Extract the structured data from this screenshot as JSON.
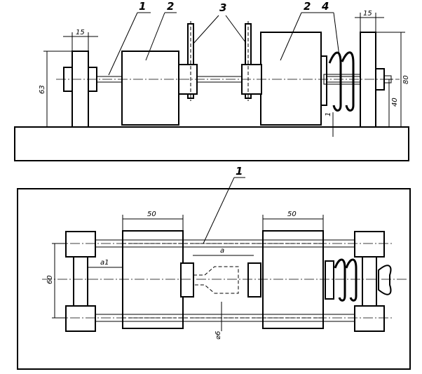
{
  "front_view": {
    "callouts": [
      "1",
      "2",
      "3",
      "2",
      "4"
    ],
    "dimensions": {
      "plate_width_left": "15",
      "plate_width_right": "15",
      "height_axis": "63",
      "height_total": "80",
      "height_plate": "40",
      "base_gap": "1"
    }
  },
  "top_view": {
    "callouts": [
      "1"
    ],
    "dimensions": {
      "block_width_left": "50",
      "block_width_right": "50",
      "span": "a",
      "offset": "a1",
      "rail_spacing": "60",
      "rod_diameter": "⌀6"
    }
  }
}
